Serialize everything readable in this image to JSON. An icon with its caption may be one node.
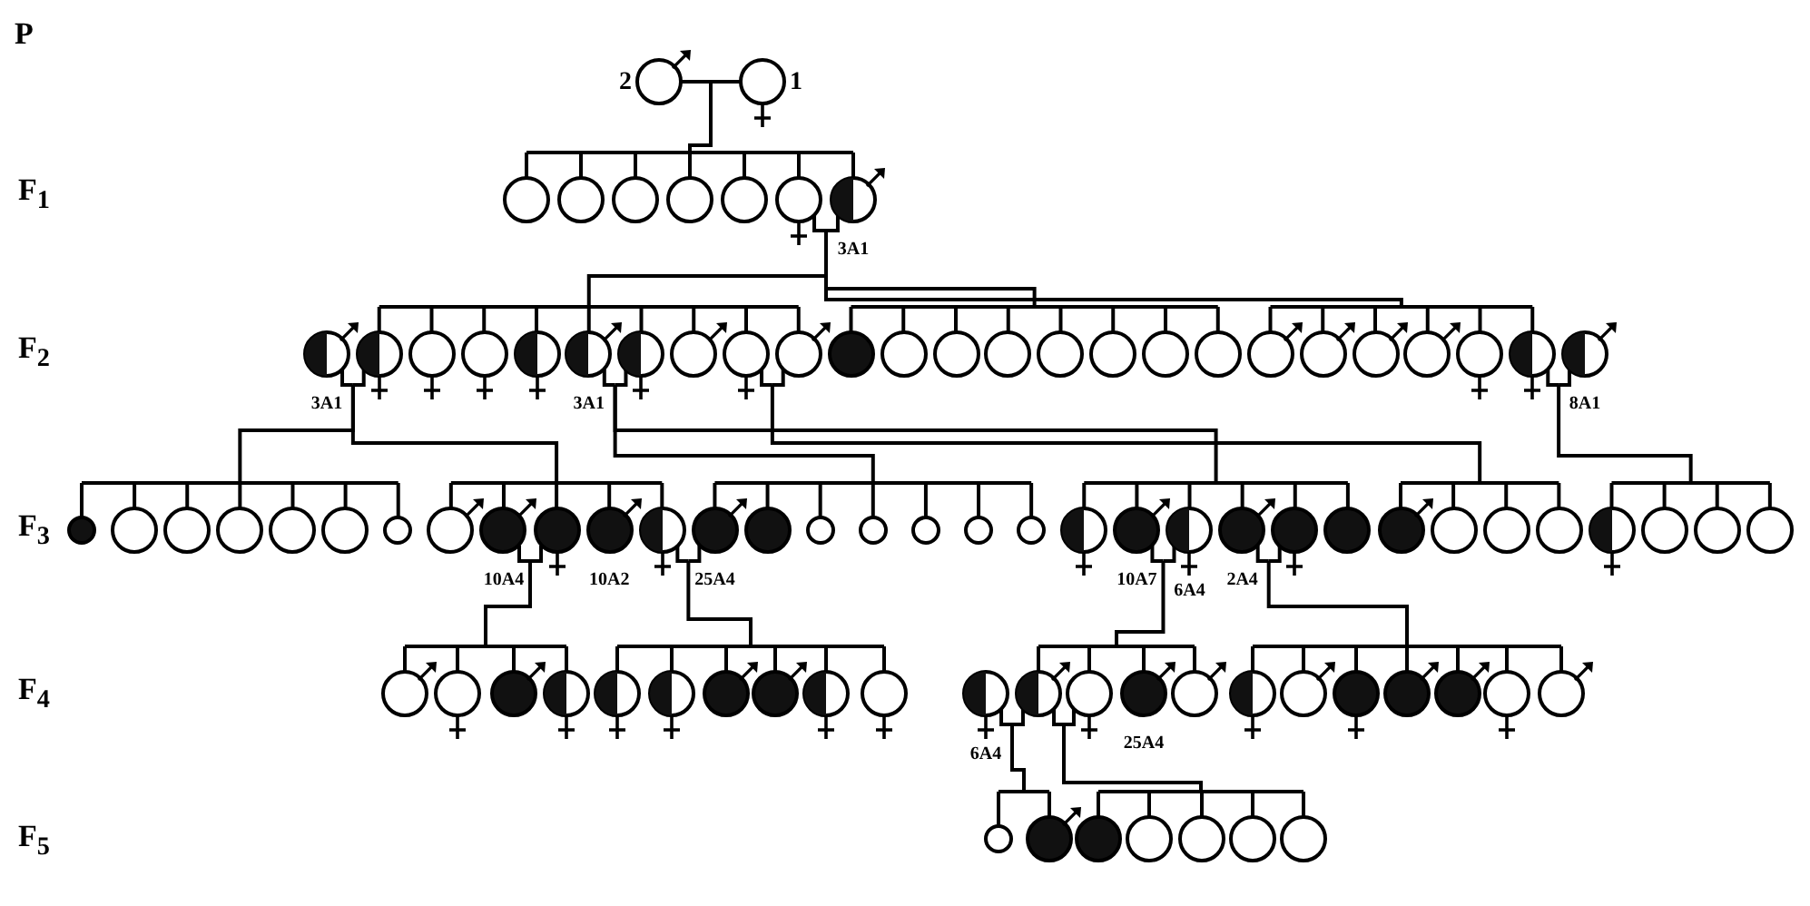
{
  "diagram": {
    "nodes": [
      {
        "text": [],
        "shape": "circle",
        "beside": [
          "2"
        ]
      },
      {
        "text": [],
        "shape": "circle",
        "beside": [
          "1"
        ]
      },
      {
        "text": [],
        "shape": "circle"
      },
      {
        "text": [],
        "shape": "circle"
      },
      {
        "text": [],
        "shape": "circle"
      },
      {
        "text": [],
        "shape": "circle"
      },
      {
        "text": [],
        "shape": "circle"
      },
      {
        "text": [],
        "shape": "circle"
      },
      {
        "text": [],
        "shape": "circle",
        "beside": [
          "3A1"
        ]
      },
      {
        "text": [],
        "shape": "circle",
        "beside": [
          "3A1"
        ]
      },
      {
        "text": [],
        "shape": "circle"
      },
      {
        "text": [],
        "shape": "circle"
      },
      {
        "text": [],
        "shape": "circle"
      },
      {
        "text": [],
        "shape": "circle"
      },
      {
        "text": [],
        "shape": "circle",
        "beside": [
          "3A1"
        ]
      },
      {
        "text": [],
        "shape": "circle"
      },
      {
        "text": [],
        "shape": "circle"
      },
      {
        "text": [],
        "shape": "circle"
      },
      {
        "text": [],
        "shape": "circle"
      },
      {
        "text": [],
        "shape": "circle"
      },
      {
        "text": [],
        "shape": "circle"
      },
      {
        "text": [],
        "shape": "circle"
      },
      {
        "text": [],
        "shape": "circle"
      },
      {
        "text": [],
        "shape": "circle"
      },
      {
        "text": [],
        "shape": "circle"
      },
      {
        "text": [],
        "shape": "circle"
      },
      {
        "text": [],
        "shape": "circle"
      },
      {
        "text": [],
        "shape": "circle"
      },
      {
        "text": [],
        "shape": "circle"
      },
      {
        "text": [],
        "shape": "circle"
      },
      {
        "text": [],
        "shape": "circle"
      },
      {
        "text": [],
        "shape": "circle"
      },
      {
        "text": [],
        "shape": "circle"
      },
      {
        "text": [],
        "shape": "circle",
        "beside": [
          "8A1"
        ]
      },
      {
        "text": [],
        "shape": "circle"
      },
      {
        "text": [],
        "shape": "circle"
      },
      {
        "text": [],
        "shape": "circle"
      },
      {
        "text": [],
        "shape": "circle"
      },
      {
        "text": [],
        "shape": "circle"
      },
      {
        "text": [],
        "shape": "circle"
      },
      {
        "text": [],
        "shape": "circle"
      },
      {
        "text": [],
        "shape": "circle"
      },
      {
        "text": [],
        "shape": "circle",
        "beside": [
          "10A4"
        ]
      },
      {
        "text": [],
        "shape": "circle"
      },
      {
        "text": [],
        "shape": "circle",
        "beside": [
          "10A2"
        ]
      },
      {
        "text": [],
        "shape": "circle"
      },
      {
        "text": [],
        "shape": "circle",
        "beside": [
          "25A4"
        ]
      },
      {
        "text": [],
        "shape": "circle"
      },
      {
        "text": [],
        "shape": "circle"
      },
      {
        "text": [],
        "shape": "circle"
      },
      {
        "text": [],
        "shape": "circle"
      },
      {
        "text": [],
        "shape": "circle"
      },
      {
        "text": [],
        "shape": "circle"
      },
      {
        "text": [],
        "shape": "circle"
      },
      {
        "text": [],
        "shape": "circle",
        "beside": [
          "10A7"
        ]
      },
      {
        "text": [],
        "shape": "circle",
        "beside": [
          "6A4"
        ]
      },
      {
        "text": [],
        "shape": "circle",
        "beside": [
          "2A4"
        ]
      },
      {
        "text": [],
        "shape": "circle"
      },
      {
        "text": [],
        "shape": "circle"
      },
      {
        "text": [],
        "shape": "circle"
      },
      {
        "text": [],
        "shape": "circle"
      },
      {
        "text": [],
        "shape": "circle"
      },
      {
        "text": [],
        "shape": "circle"
      },
      {
        "text": [],
        "shape": "circle"
      },
      {
        "text": [],
        "shape": "circle"
      },
      {
        "text": [],
        "shape": "circle"
      },
      {
        "text": [],
        "shape": "circle"
      },
      {
        "text": [],
        "shape": "circle"
      },
      {
        "text": [],
        "shape": "circle"
      },
      {
        "text": [],
        "shape": "circle"
      },
      {
        "text": [],
        "shape": "circle"
      },
      {
        "text": [],
        "shape": "circle"
      },
      {
        "text": [],
        "shape": "circle"
      },
      {
        "text": [],
        "shape": "circle"
      },
      {
        "text": [],
        "shape": "circle"
      },
      {
        "text": [],
        "shape": "circle"
      },
      {
        "text": [],
        "shape": "circle"
      },
      {
        "text": [],
        "shape": "circle",
        "beside": [
          "6A4"
        ]
      },
      {
        "text": [],
        "shape": "circle"
      },
      {
        "text": [],
        "shape": "circle"
      },
      {
        "text": [],
        "shape": "circle",
        "beside": [
          "25A4"
        ]
      },
      {
        "text": [],
        "shape": "circle"
      },
      {
        "text": [],
        "shape": "circle"
      },
      {
        "text": [],
        "shape": "circle"
      },
      {
        "text": [],
        "shape": "circle"
      },
      {
        "text": [],
        "shape": "circle"
      },
      {
        "text": [],
        "shape": "circle"
      },
      {
        "text": [],
        "shape": "circle"
      },
      {
        "text": [],
        "shape": "circle"
      },
      {
        "text": [],
        "shape": "circle"
      },
      {
        "text": [],
        "shape": "circle"
      },
      {
        "text": [],
        "shape": "circle"
      },
      {
        "text": [],
        "shape": "circle"
      },
      {
        "text": [],
        "shape": "circle"
      },
      {
        "text": [],
        "shape": "circle"
      },
      {
        "text": [],
        "shape": "circle"
      }
    ],
    "edges": [
      {
        "from": 0,
        "to": 1,
        "arrow": "none"
      },
      {
        "from": 0,
        "to": 2,
        "arrow": "none"
      },
      {
        "from": 1,
        "to": 2,
        "arrow": "none"
      },
      {
        "from": 0,
        "to": 3,
        "arrow": "none"
      },
      {
        "from": 1,
        "to": 3,
        "arrow": "none"
      },
      {
        "from": 0,
        "to": 4,
        "arrow": "none"
      },
      {
        "from": 1,
        "to": 4,
        "arrow": "none"
      },
      {
        "from": 0,
        "to": 5,
        "arrow": "none"
      },
      {
        "from": 1,
        "to": 5,
        "arrow": "none"
      },
      {
        "from": 0,
        "to": 6,
        "arrow": "none"
      },
      {
        "from": 1,
        "to": 6,
        "arrow": "none"
      },
      {
        "from": 0,
        "to": 7,
        "arrow": "none"
      },
      {
        "from": 1,
        "to": 7,
        "arrow": "none"
      },
      {
        "from": 0,
        "to": 8,
        "arrow": "none"
      },
      {
        "from": 1,
        "to": 8,
        "arrow": "none"
      },
      {
        "from": 7,
        "to": 8,
        "arrow": "none"
      },
      {
        "from": 7,
        "to": 10,
        "arrow": "none"
      },
      {
        "from": 8,
        "to": 10,
        "arrow": "none"
      },
      {
        "from": 7,
        "to": 11,
        "arrow": "none"
      },
      {
        "from": 8,
        "to": 11,
        "arrow": "none"
      },
      {
        "from": 7,
        "to": 12,
        "arrow": "none"
      },
      {
        "from": 8,
        "to": 12,
        "arrow": "none"
      },
      {
        "from": 7,
        "to": 13,
        "arrow": "none"
      },
      {
        "from": 8,
        "to": 13,
        "arrow": "none"
      },
      {
        "from": 7,
        "to": 14,
        "arrow": "none"
      },
      {
        "from": 8,
        "to": 14,
        "arrow": "none"
      },
      {
        "from": 7,
        "to": 15,
        "arrow": "none"
      },
      {
        "from": 8,
        "to": 15,
        "arrow": "none"
      },
      {
        "from": 7,
        "to": 16,
        "arrow": "none"
      },
      {
        "from": 8,
        "to": 16,
        "arrow": "none"
      },
      {
        "from": 7,
        "to": 17,
        "arrow": "none"
      },
      {
        "from": 8,
        "to": 17,
        "arrow": "none"
      },
      {
        "from": 7,
        "to": 18,
        "arrow": "none"
      },
      {
        "from": 8,
        "to": 18,
        "arrow": "none"
      },
      {
        "from": 7,
        "to": 19,
        "arrow": "none"
      },
      {
        "from": 8,
        "to": 19,
        "arrow": "none"
      },
      {
        "from": 7,
        "to": 20,
        "arrow": "none"
      },
      {
        "from": 8,
        "to": 20,
        "arrow": "none"
      },
      {
        "from": 7,
        "to": 21,
        "arrow": "none"
      },
      {
        "from": 8,
        "to": 21,
        "arrow": "none"
      },
      {
        "from": 7,
        "to": 22,
        "arrow": "none"
      },
      {
        "from": 8,
        "to": 22,
        "arrow": "none"
      },
      {
        "from": 7,
        "to": 23,
        "arrow": "none"
      },
      {
        "from": 8,
        "to": 23,
        "arrow": "none"
      },
      {
        "from": 7,
        "to": 24,
        "arrow": "none"
      },
      {
        "from": 8,
        "to": 24,
        "arrow": "none"
      },
      {
        "from": 7,
        "to": 25,
        "arrow": "none"
      },
      {
        "from": 8,
        "to": 25,
        "arrow": "none"
      },
      {
        "from": 7,
        "to": 26,
        "arrow": "none"
      },
      {
        "from": 8,
        "to": 26,
        "arrow": "none"
      },
      {
        "from": 7,
        "to": 27,
        "arrow": "none"
      },
      {
        "from": 8,
        "to": 27,
        "arrow": "none"
      },
      {
        "from": 7,
        "to": 28,
        "arrow": "none"
      },
      {
        "from": 8,
        "to": 28,
        "arrow": "none"
      },
      {
        "from": 7,
        "to": 29,
        "arrow": "none"
      },
      {
        "from": 8,
        "to": 29,
        "arrow": "none"
      },
      {
        "from": 7,
        "to": 30,
        "arrow": "none"
      },
      {
        "from": 8,
        "to": 30,
        "arrow": "none"
      },
      {
        "from": 7,
        "to": 31,
        "arrow": "none"
      },
      {
        "from": 8,
        "to": 31,
        "arrow": "none"
      },
      {
        "from": 7,
        "to": 32,
        "arrow": "none"
      },
      {
        "from": 8,
        "to": 32,
        "arrow": "none"
      },
      {
        "from": 9,
        "to": 10,
        "arrow": "none"
      },
      {
        "from": 9,
        "to": 34,
        "arrow": "none"
      },
      {
        "from": 10,
        "to": 34,
        "arrow": "none"
      },
      {
        "from": 9,
        "to": 35,
        "arrow": "none"
      },
      {
        "from": 10,
        "to": 35,
        "arrow": "none"
      },
      {
        "from": 9,
        "to": 36,
        "arrow": "none"
      },
      {
        "from": 10,
        "to": 36,
        "arrow": "none"
      },
      {
        "from": 9,
        "to": 37,
        "arrow": "none"
      },
      {
        "from": 10,
        "to": 37,
        "arrow": "none"
      },
      {
        "from": 9,
        "to": 38,
        "arrow": "none"
      },
      {
        "from": 10,
        "to": 38,
        "arrow": "none"
      },
      {
        "from": 9,
        "to": 39,
        "arrow": "none"
      },
      {
        "from": 10,
        "to": 39,
        "arrow": "none"
      },
      {
        "from": 9,
        "to": 40,
        "arrow": "none"
      },
      {
        "from": 10,
        "to": 40,
        "arrow": "none"
      },
      {
        "from": 9,
        "to": 41,
        "arrow": "none"
      },
      {
        "from": 10,
        "to": 41,
        "arrow": "none"
      },
      {
        "from": 9,
        "to": 42,
        "arrow": "none"
      },
      {
        "from": 10,
        "to": 42,
        "arrow": "none"
      },
      {
        "from": 9,
        "to": 43,
        "arrow": "none"
      },
      {
        "from": 10,
        "to": 43,
        "arrow": "none"
      },
      {
        "from": 9,
        "to": 44,
        "arrow": "none"
      },
      {
        "from": 10,
        "to": 44,
        "arrow": "none"
      },
      {
        "from": 9,
        "to": 45,
        "arrow": "none"
      },
      {
        "from": 10,
        "to": 45,
        "arrow": "none"
      },
      {
        "from": 14,
        "to": 15,
        "arrow": "none"
      },
      {
        "from": 14,
        "to": 46,
        "arrow": "none"
      },
      {
        "from": 15,
        "to": 46,
        "arrow": "none"
      },
      {
        "from": 14,
        "to": 47,
        "arrow": "none"
      },
      {
        "from": 15,
        "to": 47,
        "arrow": "none"
      },
      {
        "from": 14,
        "to": 48,
        "arrow": "none"
      },
      {
        "from": 15,
        "to": 48,
        "arrow": "none"
      },
      {
        "from": 14,
        "to": 49,
        "arrow": "none"
      },
      {
        "from": 15,
        "to": 49,
        "arrow": "none"
      },
      {
        "from": 14,
        "to": 50,
        "arrow": "none"
      },
      {
        "from": 15,
        "to": 50,
        "arrow": "none"
      },
      {
        "from": 14,
        "to": 51,
        "arrow": "none"
      },
      {
        "from": 15,
        "to": 51,
        "arrow": "none"
      },
      {
        "from": 14,
        "to": 52,
        "arrow": "none"
      },
      {
        "from": 15,
        "to": 52,
        "arrow": "none"
      },
      {
        "from": 14,
        "to": 53,
        "arrow": "none"
      },
      {
        "from": 15,
        "to": 53,
        "arrow": "none"
      },
      {
        "from": 14,
        "to": 54,
        "arrow": "none"
      },
      {
        "from": 15,
        "to": 54,
        "arrow": "none"
      },
      {
        "from": 14,
        "to": 55,
        "arrow": "none"
      },
      {
        "from": 15,
        "to": 55,
        "arrow": "none"
      },
      {
        "from": 14,
        "to": 56,
        "arrow": "none"
      },
      {
        "from": 15,
        "to": 56,
        "arrow": "none"
      },
      {
        "from": 14,
        "to": 57,
        "arrow": "none"
      },
      {
        "from": 15,
        "to": 57,
        "arrow": "none"
      },
      {
        "from": 14,
        "to": 58,
        "arrow": "none"
      },
      {
        "from": 15,
        "to": 58,
        "arrow": "none"
      },
      {
        "from": 17,
        "to": 18,
        "arrow": "none"
      },
      {
        "from": 17,
        "to": 59,
        "arrow": "none"
      },
      {
        "from": 18,
        "to": 59,
        "arrow": "none"
      },
      {
        "from": 17,
        "to": 60,
        "arrow": "none"
      },
      {
        "from": 18,
        "to": 60,
        "arrow": "none"
      },
      {
        "from": 17,
        "to": 61,
        "arrow": "none"
      },
      {
        "from": 18,
        "to": 61,
        "arrow": "none"
      },
      {
        "from": 17,
        "to": 62,
        "arrow": "none"
      },
      {
        "from": 18,
        "to": 62,
        "arrow": "none"
      },
      {
        "from": 32,
        "to": 33,
        "arrow": "none"
      },
      {
        "from": 32,
        "to": 63,
        "arrow": "none"
      },
      {
        "from": 33,
        "to": 63,
        "arrow": "none"
      },
      {
        "from": 32,
        "to": 64,
        "arrow": "none"
      },
      {
        "from": 33,
        "to": 64,
        "arrow": "none"
      },
      {
        "from": 32,
        "to": 65,
        "arrow": "none"
      },
      {
        "from": 33,
        "to": 65,
        "arrow": "none"
      },
      {
        "from": 32,
        "to": 66,
        "arrow": "none"
      },
      {
        "from": 33,
        "to": 66,
        "arrow": "none"
      },
      {
        "from": 42,
        "to": 43,
        "arrow": "none"
      },
      {
        "from": 42,
        "to": 67,
        "arrow": "none"
      },
      {
        "from": 43,
        "to": 67,
        "arrow": "none"
      },
      {
        "from": 42,
        "to": 68,
        "arrow": "none"
      },
      {
        "from": 43,
        "to": 68,
        "arrow": "none"
      },
      {
        "from": 42,
        "to": 69,
        "arrow": "none"
      },
      {
        "from": 43,
        "to": 69,
        "arrow": "none"
      },
      {
        "from": 42,
        "to": 70,
        "arrow": "none"
      },
      {
        "from": 43,
        "to": 70,
        "arrow": "none"
      },
      {
        "from": 45,
        "to": 46,
        "arrow": "none"
      },
      {
        "from": 45,
        "to": 71,
        "arrow": "none"
      },
      {
        "from": 46,
        "to": 71,
        "arrow": "none"
      },
      {
        "from": 45,
        "to": 72,
        "arrow": "none"
      },
      {
        "from": 46,
        "to": 72,
        "arrow": "none"
      },
      {
        "from": 45,
        "to": 73,
        "arrow": "none"
      },
      {
        "from": 46,
        "to": 73,
        "arrow": "none"
      },
      {
        "from": 45,
        "to": 74,
        "arrow": "none"
      },
      {
        "from": 46,
        "to": 74,
        "arrow": "none"
      },
      {
        "from": 45,
        "to": 75,
        "arrow": "none"
      },
      {
        "from": 46,
        "to": 75,
        "arrow": "none"
      },
      {
        "from": 45,
        "to": 76,
        "arrow": "none"
      },
      {
        "from": 46,
        "to": 76,
        "arrow": "none"
      },
      {
        "from": 54,
        "to": 55,
        "arrow": "none"
      },
      {
        "from": 54,
        "to": 78,
        "arrow": "none"
      },
      {
        "from": 55,
        "to": 78,
        "arrow": "none"
      },
      {
        "from": 54,
        "to": 79,
        "arrow": "none"
      },
      {
        "from": 55,
        "to": 79,
        "arrow": "none"
      },
      {
        "from": 54,
        "to": 80,
        "arrow": "none"
      },
      {
        "from": 55,
        "to": 80,
        "arrow": "none"
      },
      {
        "from": 54,
        "to": 81,
        "arrow": "none"
      },
      {
        "from": 55,
        "to": 81,
        "arrow": "none"
      },
      {
        "from": 56,
        "to": 57,
        "arrow": "none"
      },
      {
        "from": 56,
        "to": 82,
        "arrow": "none"
      },
      {
        "from": 57,
        "to": 82,
        "arrow": "none"
      },
      {
        "from": 56,
        "to": 83,
        "arrow": "none"
      },
      {
        "from": 57,
        "to": 83,
        "arrow": "none"
      },
      {
        "from": 56,
        "to": 84,
        "arrow": "none"
      },
      {
        "from": 57,
        "to": 84,
        "arrow": "none"
      },
      {
        "from": 56,
        "to": 85,
        "arrow": "none"
      },
      {
        "from": 57,
        "to": 85,
        "arrow": "none"
      },
      {
        "from": 56,
        "to": 86,
        "arrow": "none"
      },
      {
        "from": 57,
        "to": 86,
        "arrow": "none"
      },
      {
        "from": 56,
        "to": 87,
        "arrow": "none"
      },
      {
        "from": 57,
        "to": 87,
        "arrow": "none"
      },
      {
        "from": 56,
        "to": 88,
        "arrow": "none"
      },
      {
        "from": 57,
        "to": 88,
        "arrow": "none"
      },
      {
        "from": 77,
        "to": 78,
        "arrow": "none"
      },
      {
        "from": 77,
        "to": 89,
        "arrow": "none"
      },
      {
        "from": 78,
        "to": 89,
        "arrow": "none"
      },
      {
        "from": 77,
        "to": 90,
        "arrow": "none"
      },
      {
        "from": 78,
        "to": 90,
        "arrow": "none"
      },
      {
        "from": 78,
        "to": 79,
        "arrow": "none"
      },
      {
        "from": 78,
        "to": 91,
        "arrow": "none"
      },
      {
        "from": 79,
        "to": 91,
        "arrow": "none"
      },
      {
        "from": 78,
        "to": 92,
        "arrow": "none"
      },
      {
        "from": 79,
        "to": 92,
        "arrow": "none"
      },
      {
        "from": 78,
        "to": 93,
        "arrow": "none"
      },
      {
        "from": 79,
        "to": 93,
        "arrow": "none"
      },
      {
        "from": 78,
        "to": 94,
        "arrow": "none"
      },
      {
        "from": 79,
        "to": 94,
        "arrow": "none"
      },
      {
        "from": 78,
        "to": 95,
        "arrow": "none"
      },
      {
        "from": 79,
        "to": 95,
        "arrow": "none"
      }
    ],
    "labels": [
      "P",
      "F$_{1}$",
      "F$_{2}$",
      "F$_{3}$",
      "F$_{4}$",
      "F$_{5}$"
    ]
  }
}
